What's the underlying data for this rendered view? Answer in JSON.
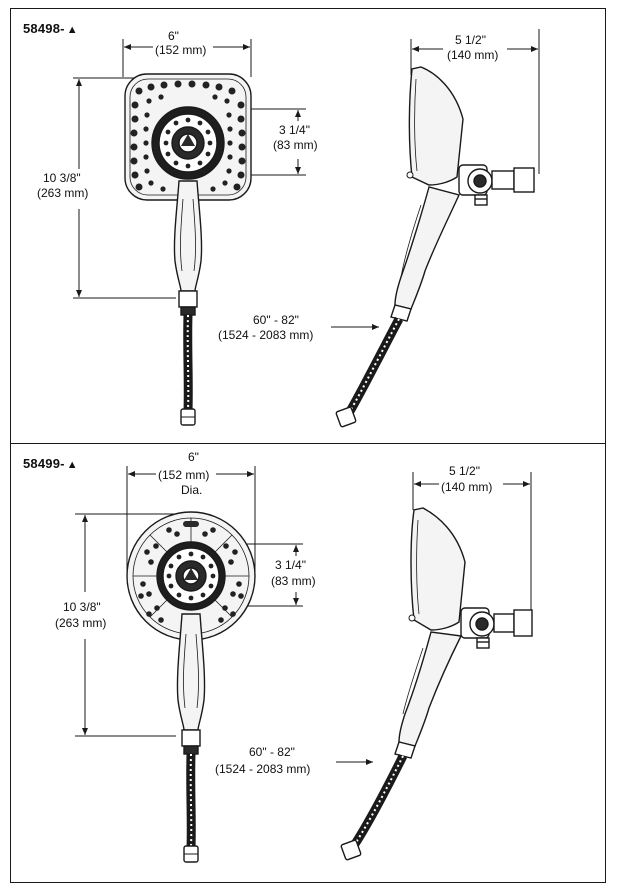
{
  "figures": [
    {
      "model": "58498-",
      "model_mark": "▲",
      "head_shape": "square",
      "width_in": "6\"",
      "width_mm": "(152 mm)",
      "width_note": "",
      "depth_in": "5 1/2\"",
      "depth_mm": "(140 mm)",
      "height_in": "10 3/8\"",
      "height_mm": "(263 mm)",
      "face_in": "3 1/4\"",
      "face_mm": "(83 mm)",
      "hose_in": "60\" - 82\"",
      "hose_mm": "(1524 - 2083 mm)"
    },
    {
      "model": "58499-",
      "model_mark": "▲",
      "head_shape": "round",
      "width_in": "6\"",
      "width_mm": "(152 mm)",
      "width_note": "Dia.",
      "depth_in": "5 1/2\"",
      "depth_mm": "(140 mm)",
      "height_in": "10 3/8\"",
      "height_mm": "(263 mm)",
      "face_in": "3 1/4\"",
      "face_mm": "(83 mm)",
      "hose_in": "60\" - 82\"",
      "hose_mm": "(1524 - 2083 mm)"
    }
  ],
  "colors": {
    "line": "#1a1a1a",
    "fill_dark": "#2a2a2a",
    "fill_light": "#f4f4f4"
  },
  "icons": {
    "model_mark": "triangle-icon"
  }
}
